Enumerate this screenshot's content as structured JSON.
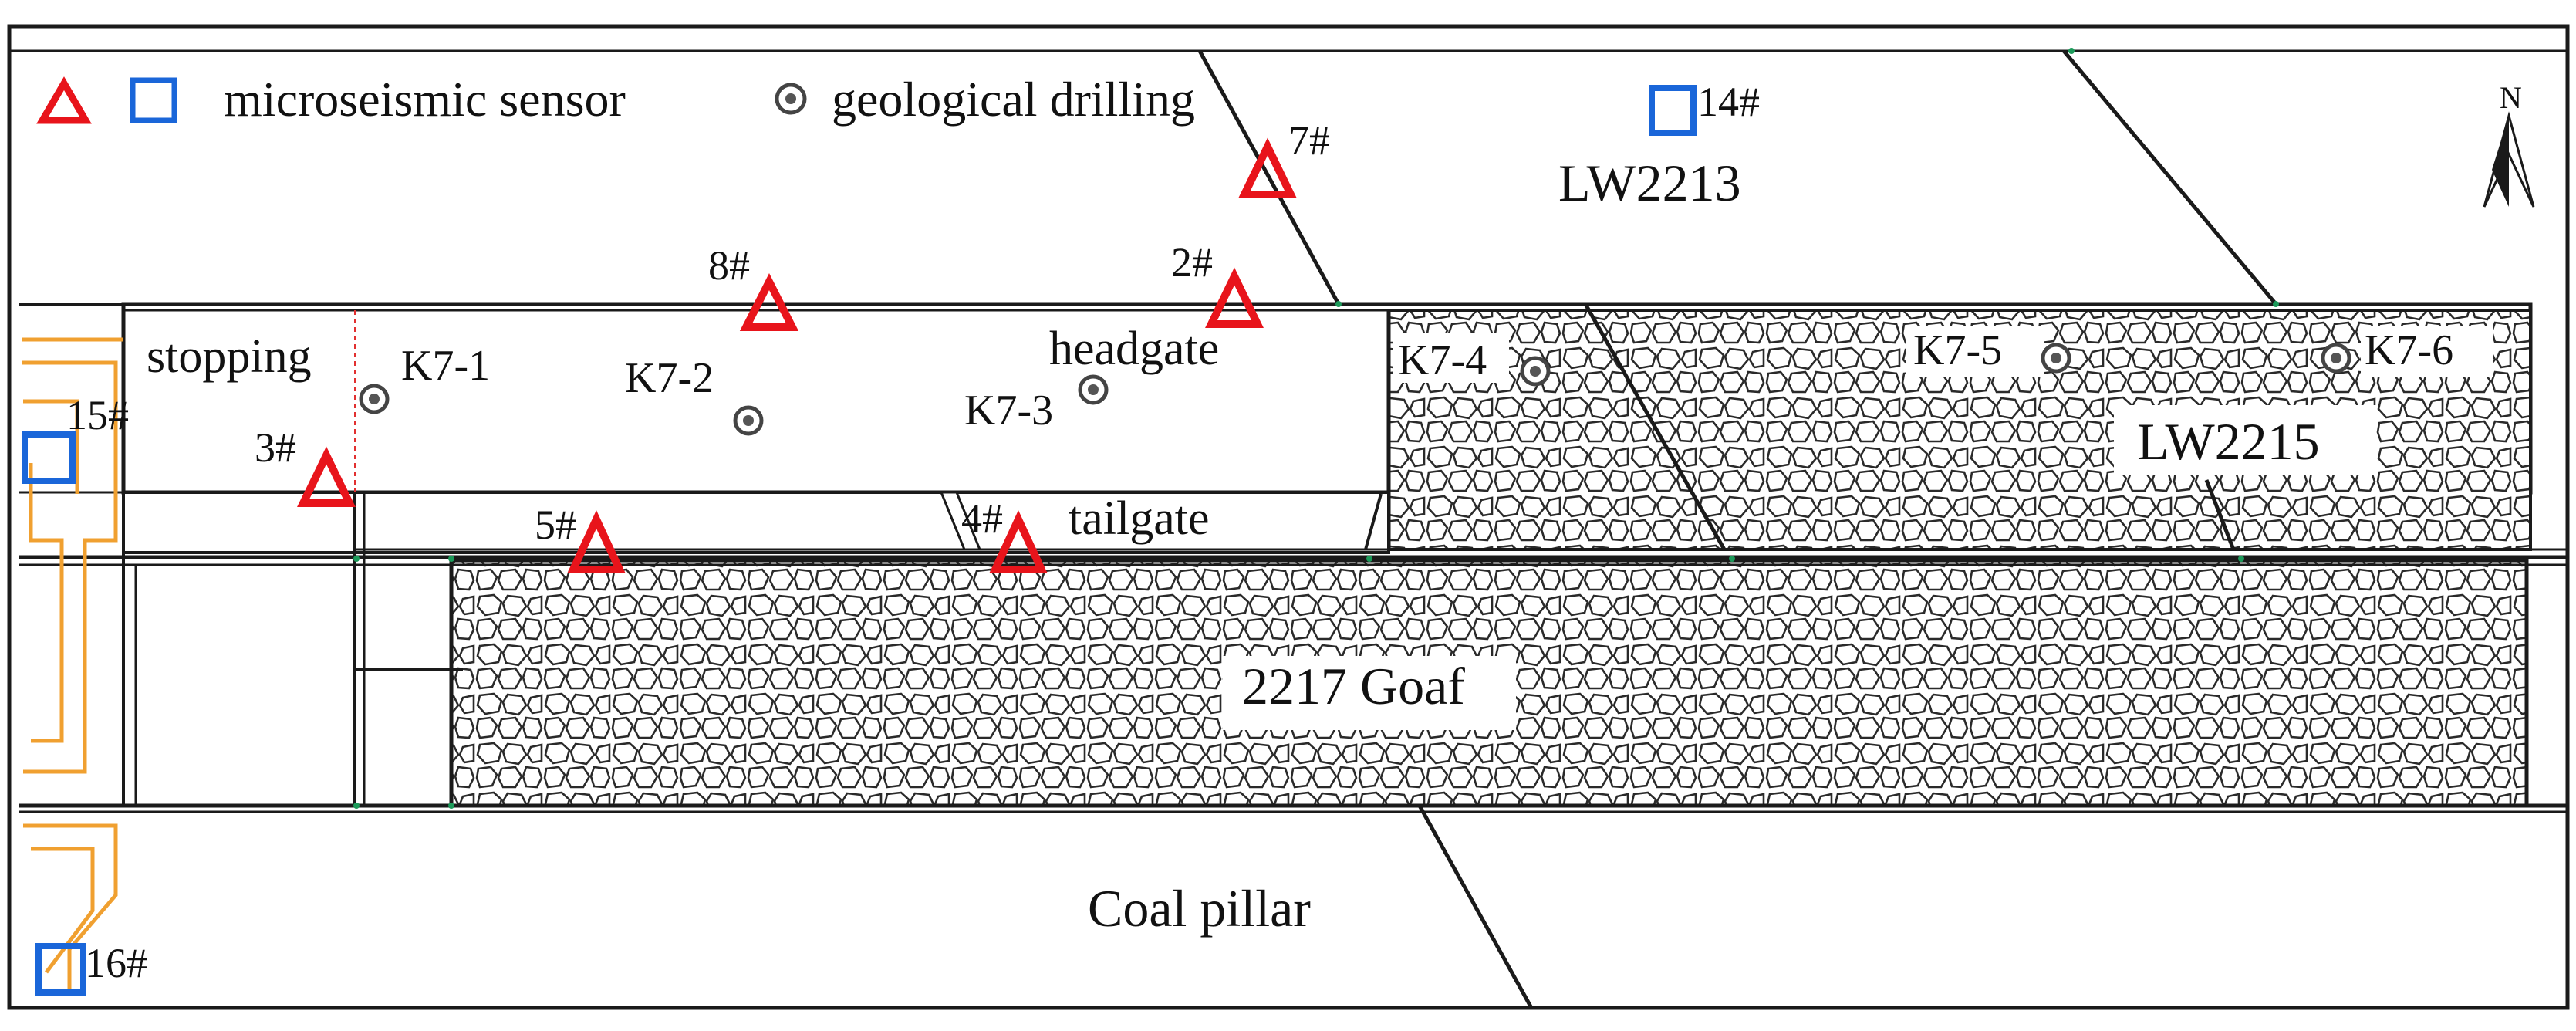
{
  "legend": {
    "sensor_label": "microseismic sensor",
    "drilling_label": "geological drilling"
  },
  "colors": {
    "triangle_sensor": "#e8141b",
    "square_sensor": "#1a66d9",
    "drilling": "#444444",
    "roadway": "#1a1a1a",
    "orange_roadway": "#f0a030",
    "green_marker": "#1c9a5a",
    "stopping_line": "#e23030"
  },
  "north_label": "N",
  "areas": {
    "lw2213": "LW2213",
    "lw2215": "LW2215",
    "goaf": "2217 Goaf",
    "coal_pillar": "Coal pillar"
  },
  "roadways": {
    "headgate": "headgate",
    "tailgate": "tailgate",
    "stopping": "stopping"
  },
  "sensors": [
    {
      "id": "7#",
      "shape": "triangle"
    },
    {
      "id": "8#",
      "shape": "triangle"
    },
    {
      "id": "2#",
      "shape": "triangle"
    },
    {
      "id": "3#",
      "shape": "triangle"
    },
    {
      "id": "5#",
      "shape": "triangle"
    },
    {
      "id": "4#",
      "shape": "triangle"
    },
    {
      "id": "14#",
      "shape": "square"
    },
    {
      "id": "15#",
      "shape": "square"
    },
    {
      "id": "16#",
      "shape": "square"
    }
  ],
  "drillings": [
    "K7-1",
    "K7-2",
    "K7-3",
    "K7-4",
    "K7-5",
    "K7-6"
  ]
}
